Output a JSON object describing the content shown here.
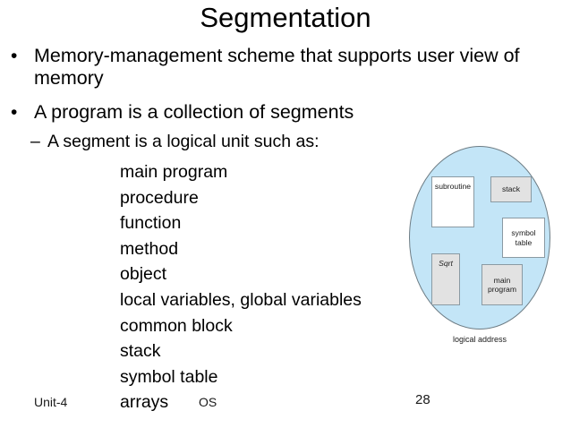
{
  "slide": {
    "title": "Segmentation",
    "bullets": [
      {
        "marker": "•",
        "text": "Memory-management scheme that supports user view of memory"
      },
      {
        "marker": "•",
        "text": "A program is a collection of segments"
      }
    ],
    "sub_bullet": {
      "marker": "–",
      "text": "A segment is a logical unit such as:"
    },
    "segment_list": [
      "main program",
      "procedure",
      "function",
      "method",
      "object",
      "local variables, global variables",
      "common block",
      "stack",
      "symbol table",
      "arrays"
    ]
  },
  "footer": {
    "unit": "Unit-4",
    "course": "OS",
    "page_number": "28"
  },
  "diagram": {
    "caption": "logical address",
    "boxes": [
      {
        "label": "subroutine",
        "fill": "#ffffff"
      },
      {
        "label": "stack",
        "fill": "#e2e2e2"
      },
      {
        "label": "symbol\ntable",
        "fill": "#ffffff"
      },
      {
        "label": "Sqrt",
        "fill": "#e2e2e2"
      },
      {
        "label": "main\nprogram",
        "fill": "#e2e2e2"
      }
    ],
    "box_labels": {
      "subroutine": "subroutine",
      "stack": "stack",
      "symbol_table_line1": "symbol",
      "symbol_table_line2": "table",
      "sqrt": "Sqrt",
      "main_program_line1": "main",
      "main_program_line2": "program"
    },
    "colors": {
      "ellipse_fill": "#c3e5f7",
      "ellipse_border": "#6e7d85",
      "box_fill_gray": "#e2e2e2",
      "box_fill_white": "#ffffff",
      "box_border": "#8a9aa3"
    }
  }
}
